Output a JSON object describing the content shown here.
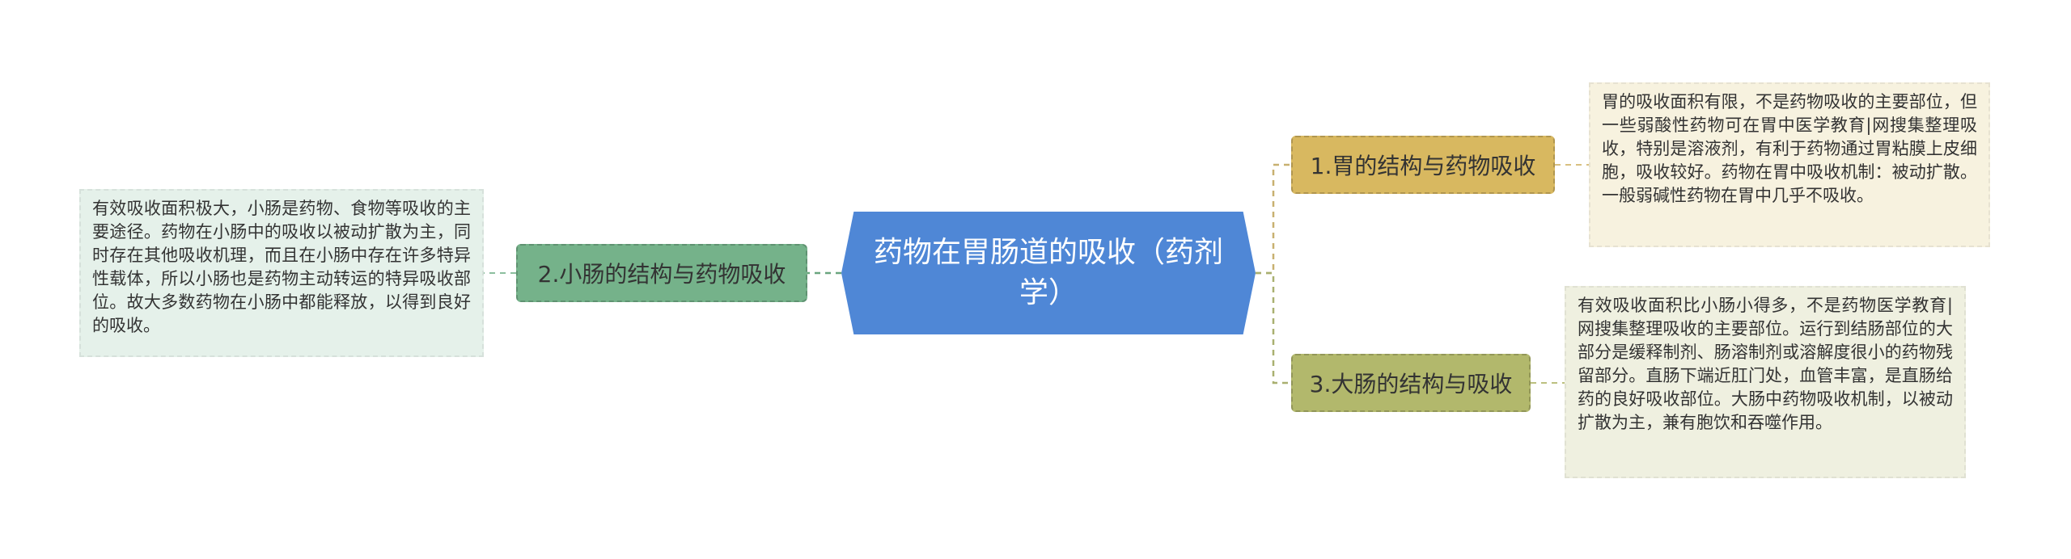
{
  "root": {
    "title": "药物在胃肠道的吸收（药剂学）"
  },
  "branches": [
    {
      "label": "1.胃的结构与药物吸收",
      "color": "#d8b860",
      "detail": "胃的吸收面积有限，不是药物吸收的主要部位，但一些弱酸性药物可在胃中医学教育|网搜集整理吸收，特别是溶液剂，有利于药物通过胃粘膜上皮细胞，吸收较好。药物在胃中吸收机制：被动扩散。一般弱碱性药物在胃中几乎不吸收。"
    },
    {
      "label": "2.小肠的结构与药物吸收",
      "color": "#75b28a",
      "detail": "有效吸收面积极大，小肠是药物、食物等吸收的主要途径。药物在小肠中的吸收以被动扩散为主，同时存在其他吸收机理，而且在小肠中存在许多特异性载体，所以小肠也是药物主动转运的特异吸收部位。故大多数药物在小肠中都能释放，以得到良好的吸收。"
    },
    {
      "label": "3.大肠的结构与吸收",
      "color": "#b2b86c",
      "detail": "有效吸收面积比小肠小得多，不是药物医学教育|网搜集整理吸收的主要部位。运行到结肠部位的大部分是缓释制剂、肠溶制剂或溶解度很小的药物残留部分。直肠下端近肛门处，血管丰富，是直肠给药的良好吸收部位。大肠中药物吸收机制，以被动扩散为主，兼有胞饮和吞噬作用。"
    }
  ],
  "colors": {
    "root": "#4f87d6"
  }
}
